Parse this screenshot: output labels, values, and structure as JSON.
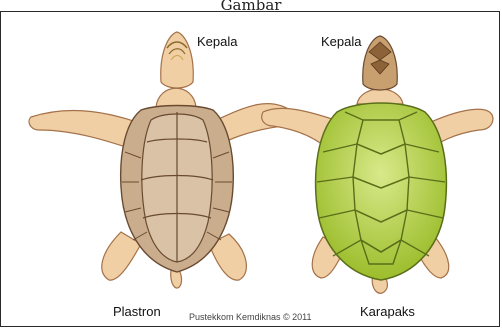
{
  "top_caption": "Gambar",
  "labels": {
    "left_head": "Kepala",
    "right_head": "Kepala",
    "left_part": "Plastron",
    "right_part": "Karapaks"
  },
  "credit": "Pustekkom Kemdiknas © 2011",
  "colors": {
    "skin": "#f1cfa4",
    "skin_edge": "#a4724a",
    "plastron": "#c9ad8d",
    "plastron_line": "#6a4a30",
    "carapace": "#b7d24e",
    "carapace_light": "#d8e98a",
    "carapace_line": "#5a6e1a"
  }
}
